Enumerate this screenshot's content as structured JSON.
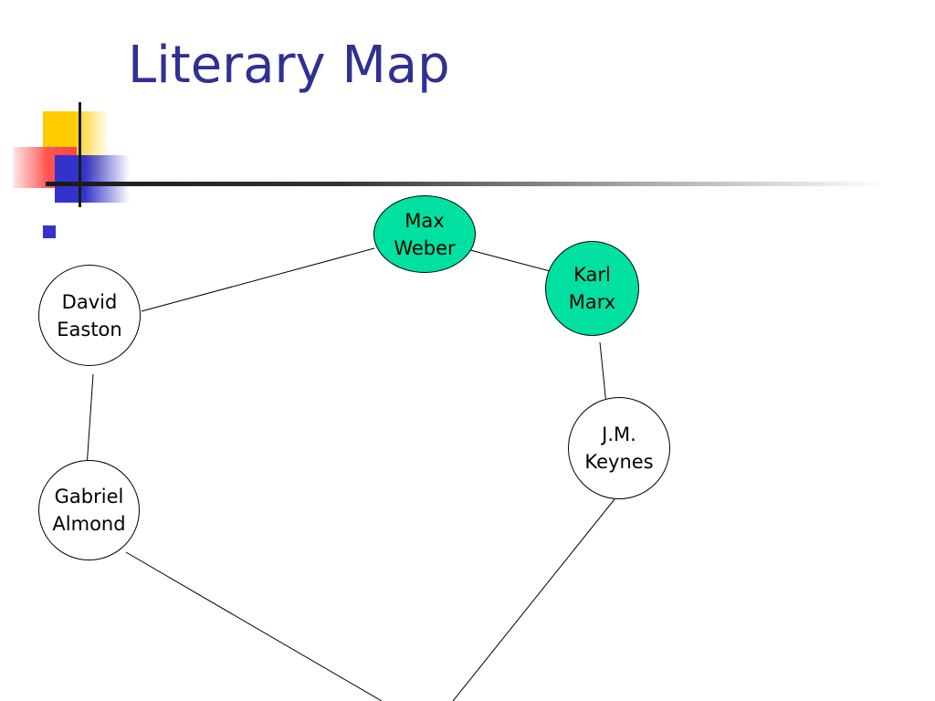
{
  "slide": {
    "title": "Literary Map"
  },
  "diagram": {
    "highlight_color": "#00e0a0",
    "nodes": [
      {
        "id": "max-weber",
        "label": "Max\nWeber",
        "highlighted": true
      },
      {
        "id": "karl-marx",
        "label": "Karl\nMarx",
        "highlighted": true
      },
      {
        "id": "david-easton",
        "label": "David\nEaston",
        "highlighted": false
      },
      {
        "id": "gabriel-almond",
        "label": "Gabriel\nAlmond",
        "highlighted": false
      },
      {
        "id": "jm-keynes",
        "label": "J.M.\nKeynes",
        "highlighted": false
      }
    ],
    "edges": [
      [
        "max-weber",
        "karl-marx"
      ],
      [
        "max-weber",
        "david-easton"
      ],
      [
        "david-easton",
        "gabriel-almond"
      ],
      [
        "karl-marx",
        "jm-keynes"
      ],
      [
        "gabriel-almond",
        "off-slide-bottom"
      ],
      [
        "jm-keynes",
        "off-slide-bottom"
      ]
    ]
  }
}
